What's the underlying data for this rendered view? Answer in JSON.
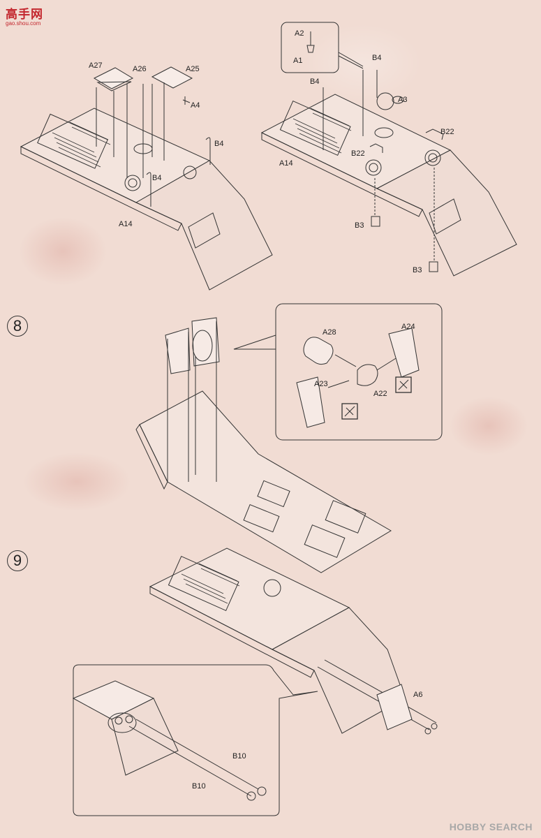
{
  "logo": {
    "text": "高手网",
    "sub": "gao.shou.com"
  },
  "watermark": "HOBBY SEARCH",
  "steps": [
    "8",
    "9"
  ],
  "labels": {
    "A27": "A27",
    "A26": "A26",
    "A25": "A25",
    "A4": "A4",
    "B4a": "B4",
    "B4b": "B4",
    "A14a": "A14",
    "A2": "A2",
    "A1": "A1",
    "B4c": "B4",
    "B4d": "B4",
    "A3": "A3",
    "B22a": "B22",
    "B22b": "B22",
    "A14b": "A14",
    "B3a": "B3",
    "B3b": "B3",
    "A28": "A28",
    "A24": "A24",
    "A23": "A23",
    "A22": "A22",
    "A6": "A6",
    "B10a": "B10",
    "B10b": "B10"
  }
}
